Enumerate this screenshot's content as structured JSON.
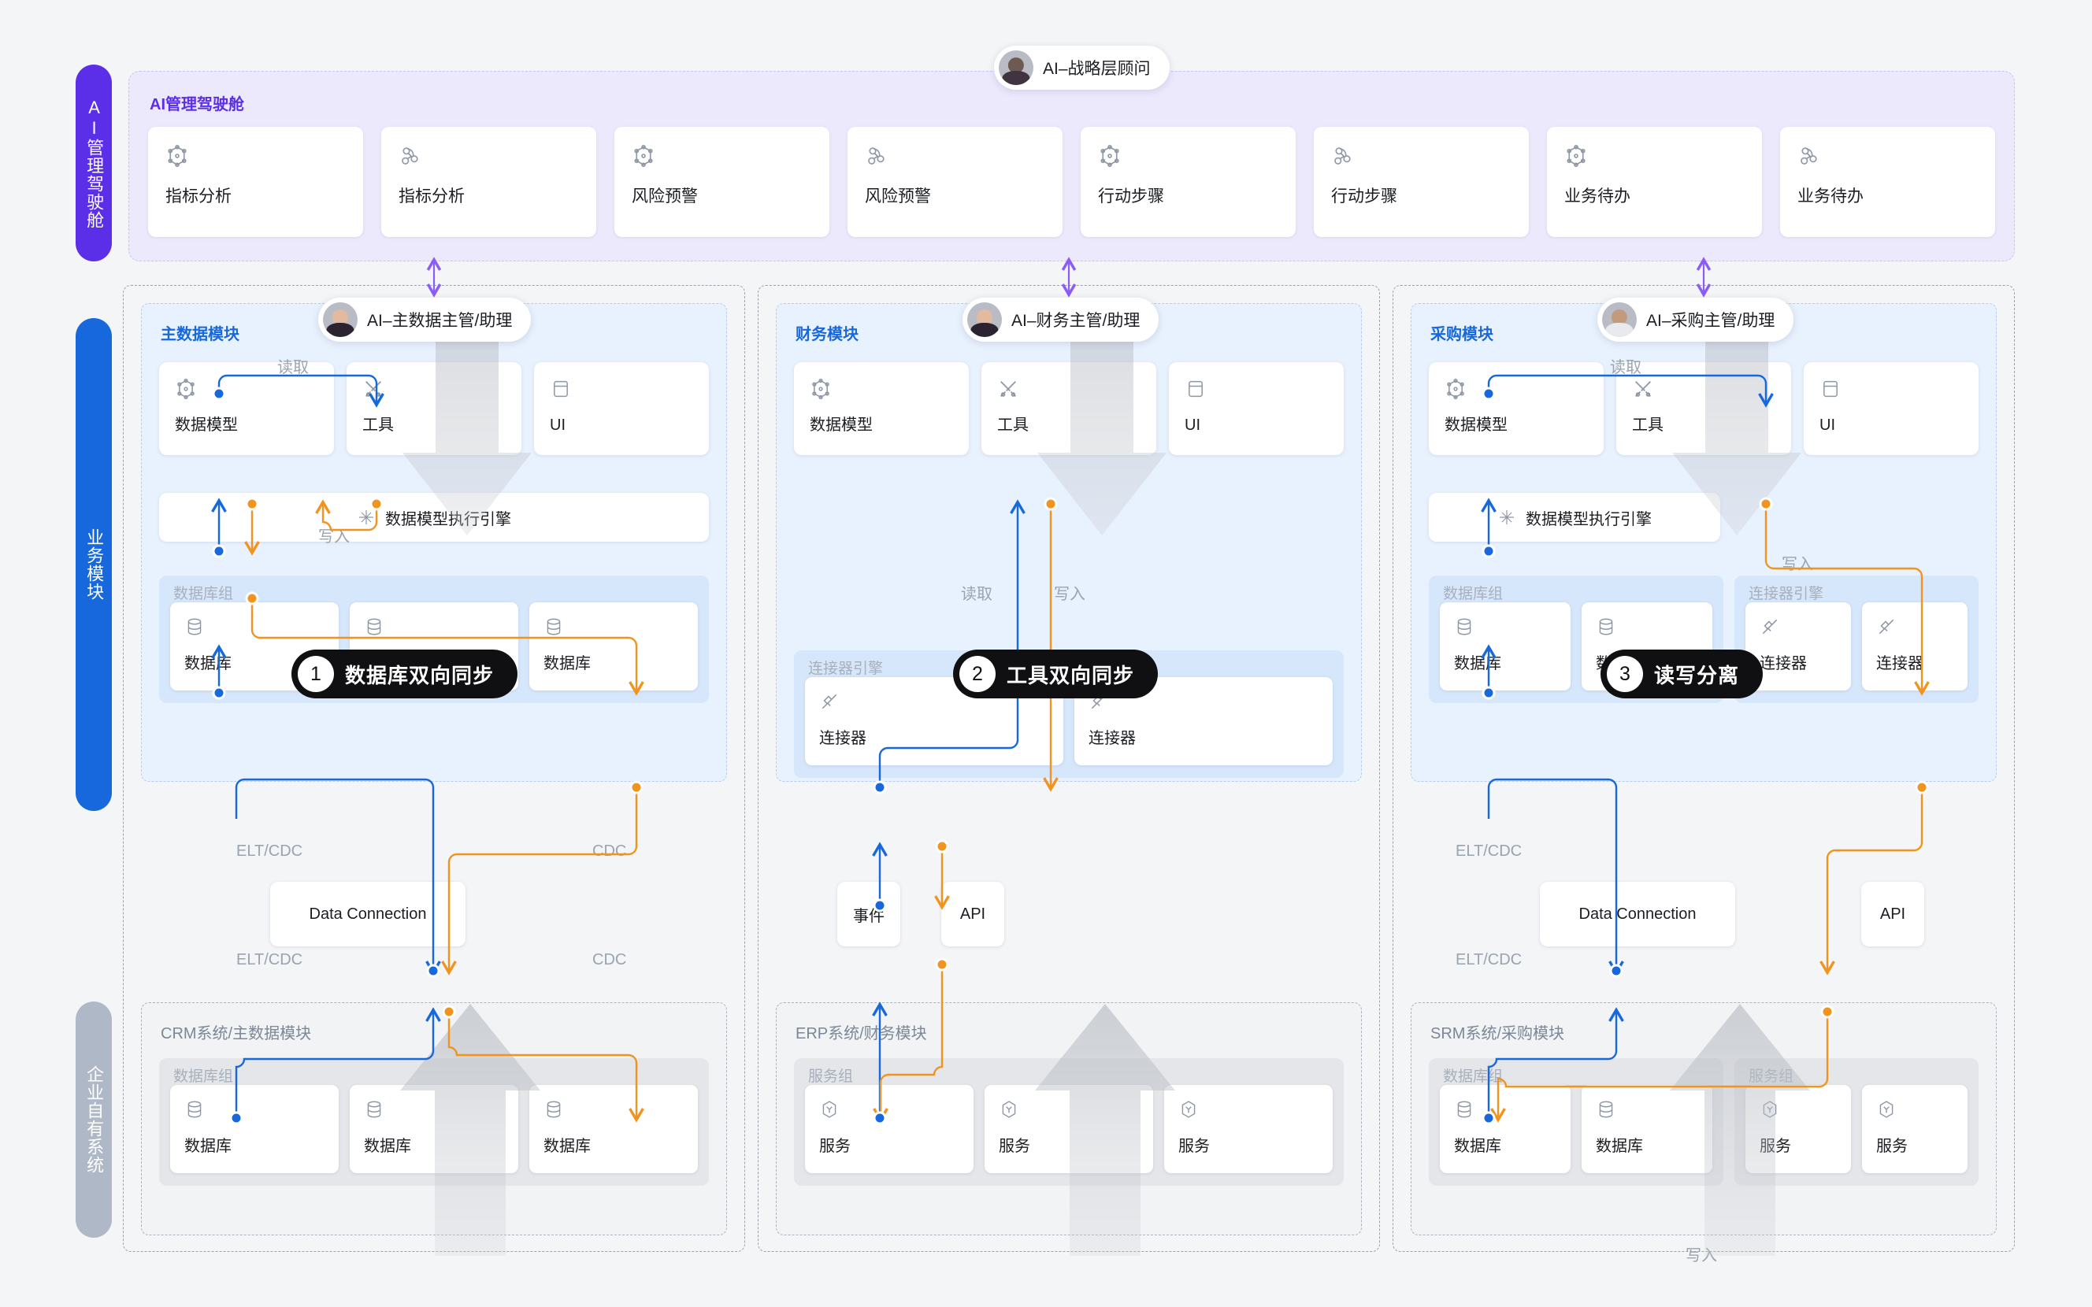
{
  "rails": [
    {
      "name": "ai-cockpit-rail",
      "label": "AI管理驾驶舱",
      "color": "#5b2ee8"
    },
    {
      "name": "business-module-rail",
      "label": "业务模块",
      "color": "#1668dc"
    },
    {
      "name": "own-system-rail",
      "label": "企业自有系统",
      "color": "#aeb8c6"
    }
  ],
  "dashboard": {
    "title": "AI管理驾驶舱",
    "chip": {
      "label": "AI–战略层顾问",
      "avatar": "man-avatar"
    },
    "cards": [
      {
        "label": "指标分析",
        "icon": "cube-network-icon"
      },
      {
        "label": "指标分析",
        "icon": "webhook-icon"
      },
      {
        "label": "风险预警",
        "icon": "cube-network-icon"
      },
      {
        "label": "风险预警",
        "icon": "webhook-icon"
      },
      {
        "label": "行动步骤",
        "icon": "cube-network-icon"
      },
      {
        "label": "行动步骤",
        "icon": "webhook-icon"
      },
      {
        "label": "业务待办",
        "icon": "cube-network-icon"
      },
      {
        "label": "业务待办",
        "icon": "webhook-icon"
      }
    ]
  },
  "badges": [
    {
      "num": "1",
      "text": "数据库双向同步"
    },
    {
      "num": "2",
      "text": "工具双向同步"
    },
    {
      "num": "3",
      "text": "读写分离"
    }
  ],
  "columns": [
    {
      "key": "master-data",
      "chip": {
        "label": "AI–主数据主管/助理",
        "avatar": "woman-avatar"
      },
      "module_title": "主数据模块",
      "tiles": [
        {
          "label": "数据模型",
          "icon": "cube-network-icon"
        },
        {
          "label": "工具",
          "icon": "tools-icon"
        },
        {
          "label": "UI",
          "icon": "window-icon"
        }
      ],
      "engine": {
        "label": "数据模型执行引擎",
        "icon": "engine-icon"
      },
      "groups": [
        {
          "title": "数据库组",
          "cards": [
            {
              "label": "数据库",
              "icon": "database-icon"
            },
            {
              "label": "数据库",
              "icon": "database-icon"
            },
            {
              "label": "数据库",
              "icon": "database-icon"
            }
          ]
        }
      ],
      "mid_nodes": [
        {
          "label": "Data Connection"
        }
      ],
      "own": {
        "title": "CRM系统/主数据模块",
        "groups": [
          {
            "title": "数据库组",
            "cards": [
              {
                "label": "数据库",
                "icon": "database-icon"
              },
              {
                "label": "数据库",
                "icon": "database-icon"
              },
              {
                "label": "数据库",
                "icon": "database-icon"
              }
            ]
          }
        ]
      },
      "edge_labels": [
        "读取",
        "写入",
        "ELT/CDC",
        "CDC",
        "ELT/CDC",
        "CDC"
      ]
    },
    {
      "key": "finance",
      "chip": {
        "label": "AI–财务主管/助理",
        "avatar": "woman-avatar"
      },
      "module_title": "财务模块",
      "tiles": [
        {
          "label": "数据模型",
          "icon": "cube-network-icon"
        },
        {
          "label": "工具",
          "icon": "tools-icon"
        },
        {
          "label": "UI",
          "icon": "window-icon"
        }
      ],
      "engine": null,
      "groups": [
        {
          "title": "连接器引擎",
          "cards": [
            {
              "label": "连接器",
              "icon": "connector-icon"
            },
            {
              "label": "连接器",
              "icon": "connector-icon"
            }
          ]
        }
      ],
      "mid_nodes": [
        {
          "label": "事件"
        },
        {
          "label": "API"
        }
      ],
      "own": {
        "title": "ERP系统/财务模块",
        "groups": [
          {
            "title": "服务组",
            "cards": [
              {
                "label": "服务",
                "icon": "service-icon"
              },
              {
                "label": "服务",
                "icon": "service-icon"
              },
              {
                "label": "服务",
                "icon": "service-icon"
              }
            ]
          }
        ]
      },
      "edge_labels": [
        "读取",
        "写入"
      ]
    },
    {
      "key": "procurement",
      "chip": {
        "label": "AI–采购主管/助理",
        "avatar": "man2-avatar"
      },
      "module_title": "采购模块",
      "tiles": [
        {
          "label": "数据模型",
          "icon": "cube-network-icon"
        },
        {
          "label": "工具",
          "icon": "tools-icon"
        },
        {
          "label": "UI",
          "icon": "window-icon"
        }
      ],
      "engine": {
        "label": "数据模型执行引擎",
        "icon": "engine-icon"
      },
      "groups": [
        {
          "title": "数据库组",
          "cards": [
            {
              "label": "数据库",
              "icon": "database-icon"
            },
            {
              "label": "数据库",
              "icon": "database-icon"
            }
          ]
        },
        {
          "title": "连接器引擎",
          "cards": [
            {
              "label": "连接器",
              "icon": "connector-icon"
            },
            {
              "label": "连接器",
              "icon": "connector-icon"
            }
          ]
        }
      ],
      "mid_nodes": [
        {
          "label": "Data Connection"
        },
        {
          "label": "API"
        }
      ],
      "own": {
        "title": "SRM系统/采购模块",
        "groups": [
          {
            "title": "数据库组",
            "cards": [
              {
                "label": "数据库",
                "icon": "database-icon"
              },
              {
                "label": "数据库",
                "icon": "database-icon"
              }
            ]
          },
          {
            "title": "服务组",
            "cards": [
              {
                "label": "服务",
                "icon": "service-icon"
              },
              {
                "label": "服务",
                "icon": "service-icon"
              }
            ]
          }
        ]
      },
      "edge_labels": [
        "读取",
        "写入",
        "ELT/CDC",
        "ELT/CDC",
        "写入"
      ]
    }
  ],
  "colors": {
    "read_flow": "#1668dc",
    "write_flow": "#f0941f",
    "dashboard_accent": "#5b2ee8",
    "module_accent": "#1668dc",
    "badge_bg": "#101012"
  }
}
